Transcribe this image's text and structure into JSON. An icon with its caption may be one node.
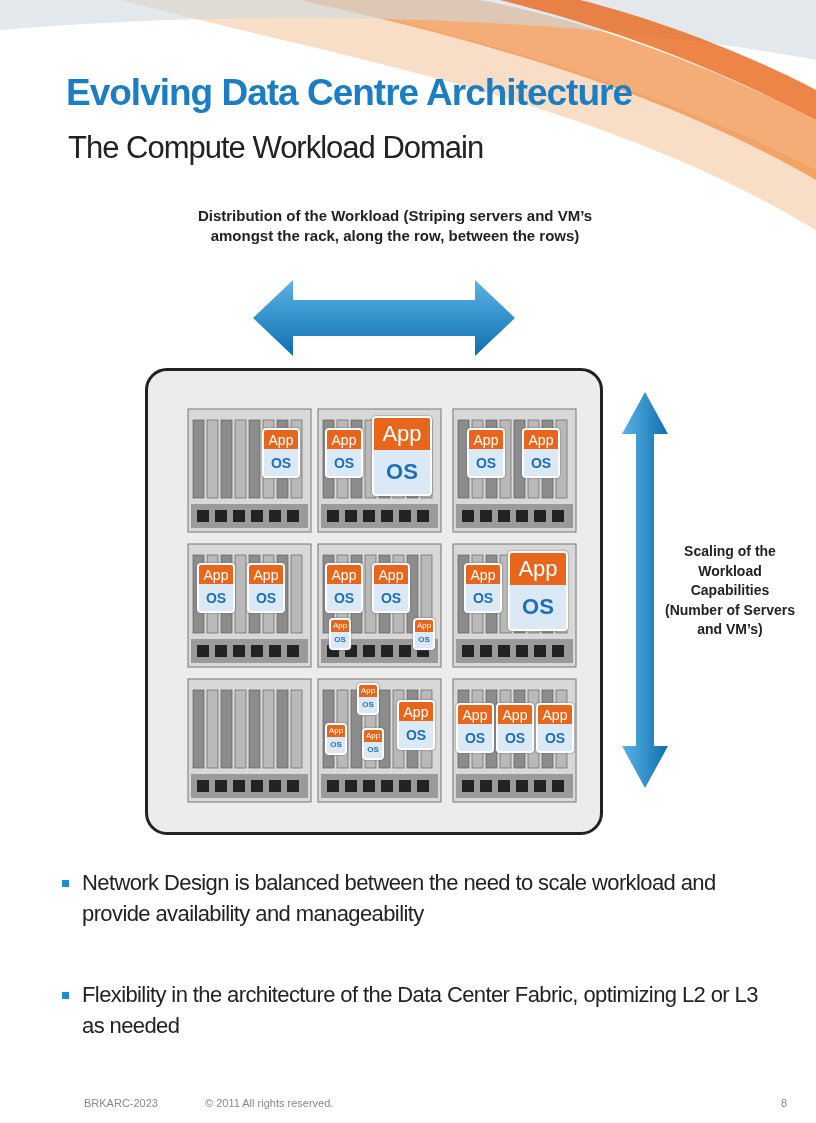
{
  "diagram": {
    "title": "Evolving Data Centre Architecture",
    "nodes": [
      {
        "text": [
          "App",
          "OS"
        ]
      },
      {
        "text": [
          "App",
          "OS"
        ]
      },
      {
        "text": [
          "App",
          "OS"
        ]
      },
      {
        "text": [
          "App",
          "OS"
        ]
      },
      {
        "text": [
          "App",
          "OS"
        ]
      },
      {
        "text": [
          "App",
          "OS"
        ]
      },
      {
        "text": [
          "App",
          "OS"
        ]
      },
      {
        "text": [
          "App",
          "OS"
        ]
      },
      {
        "text": [
          "App",
          "OS"
        ]
      },
      {
        "text": [
          "App",
          "OS"
        ]
      },
      {
        "text": [
          "App",
          "OS"
        ]
      },
      {
        "text": [
          "App",
          "OS"
        ]
      },
      {
        "text": [
          "App",
          "OS"
        ]
      },
      {
        "text": [
          "App",
          "OS"
        ]
      },
      {
        "text": [
          "App",
          "OS"
        ]
      },
      {
        "text": [
          "App",
          "OS"
        ]
      },
      {
        "text": [
          "App",
          "OS"
        ]
      },
      {
        "text": [
          "App",
          "OS"
        ]
      },
      {
        "text": [
          "App",
          "OS"
        ]
      },
      {
        "text": [
          "App",
          "OS"
        ]
      }
    ],
    "labels": [
      "The Compute Workload Domain",
      "Distribution of the Workload (Striping servers and VM’s amongst the rack, along the row, between the rows)",
      "Scaling of the Workload Capabilities (Number of Servers and VM’s)",
      "Network Design is balanced between the need to scale workload and provide availability and manageability",
      "Flexibility in the architecture of the Data Center Fabric, optimizing L2 or L3 as needed",
      "BRKARC-2023",
      "© 2011 All rights reserved.",
      "8"
    ]
  }
}
